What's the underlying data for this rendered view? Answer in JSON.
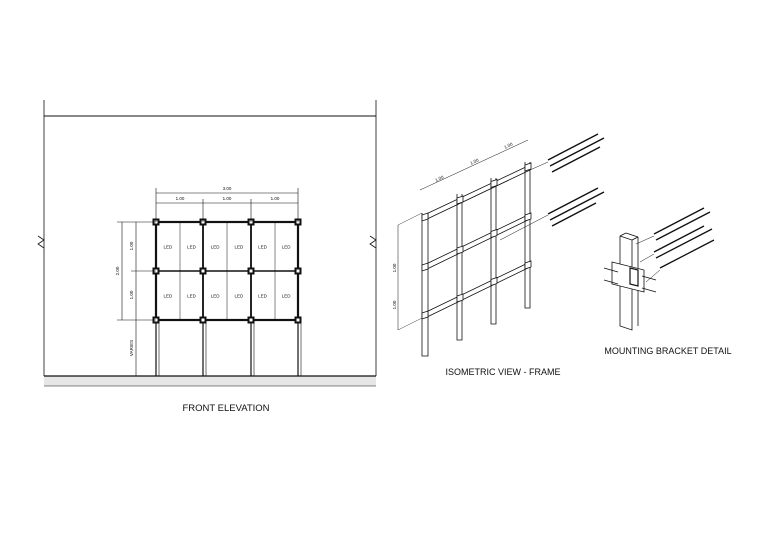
{
  "views": {
    "front_title": "FRONT ELEVATION",
    "iso_title": "ISOMETRIC VIEW - FRAME",
    "bracket_title": "MOUNTING BRACKET DETAIL"
  },
  "front": {
    "overall_width": "3.00",
    "bay_widths": [
      "1.00",
      "1.00",
      "1.00"
    ],
    "overall_height": "2.00",
    "row_heights": [
      "1.00",
      "1.00"
    ],
    "clearance": "VARIES",
    "panel_label": "LED",
    "panel_cols": 6,
    "panel_rows": 2
  },
  "iso": {
    "widths": [
      "1.00",
      "1.00",
      "1.00"
    ],
    "heights": [
      "1.00",
      "1.00"
    ]
  },
  "colors": {
    "line": "#111111",
    "ground": "#e6e6e6"
  }
}
